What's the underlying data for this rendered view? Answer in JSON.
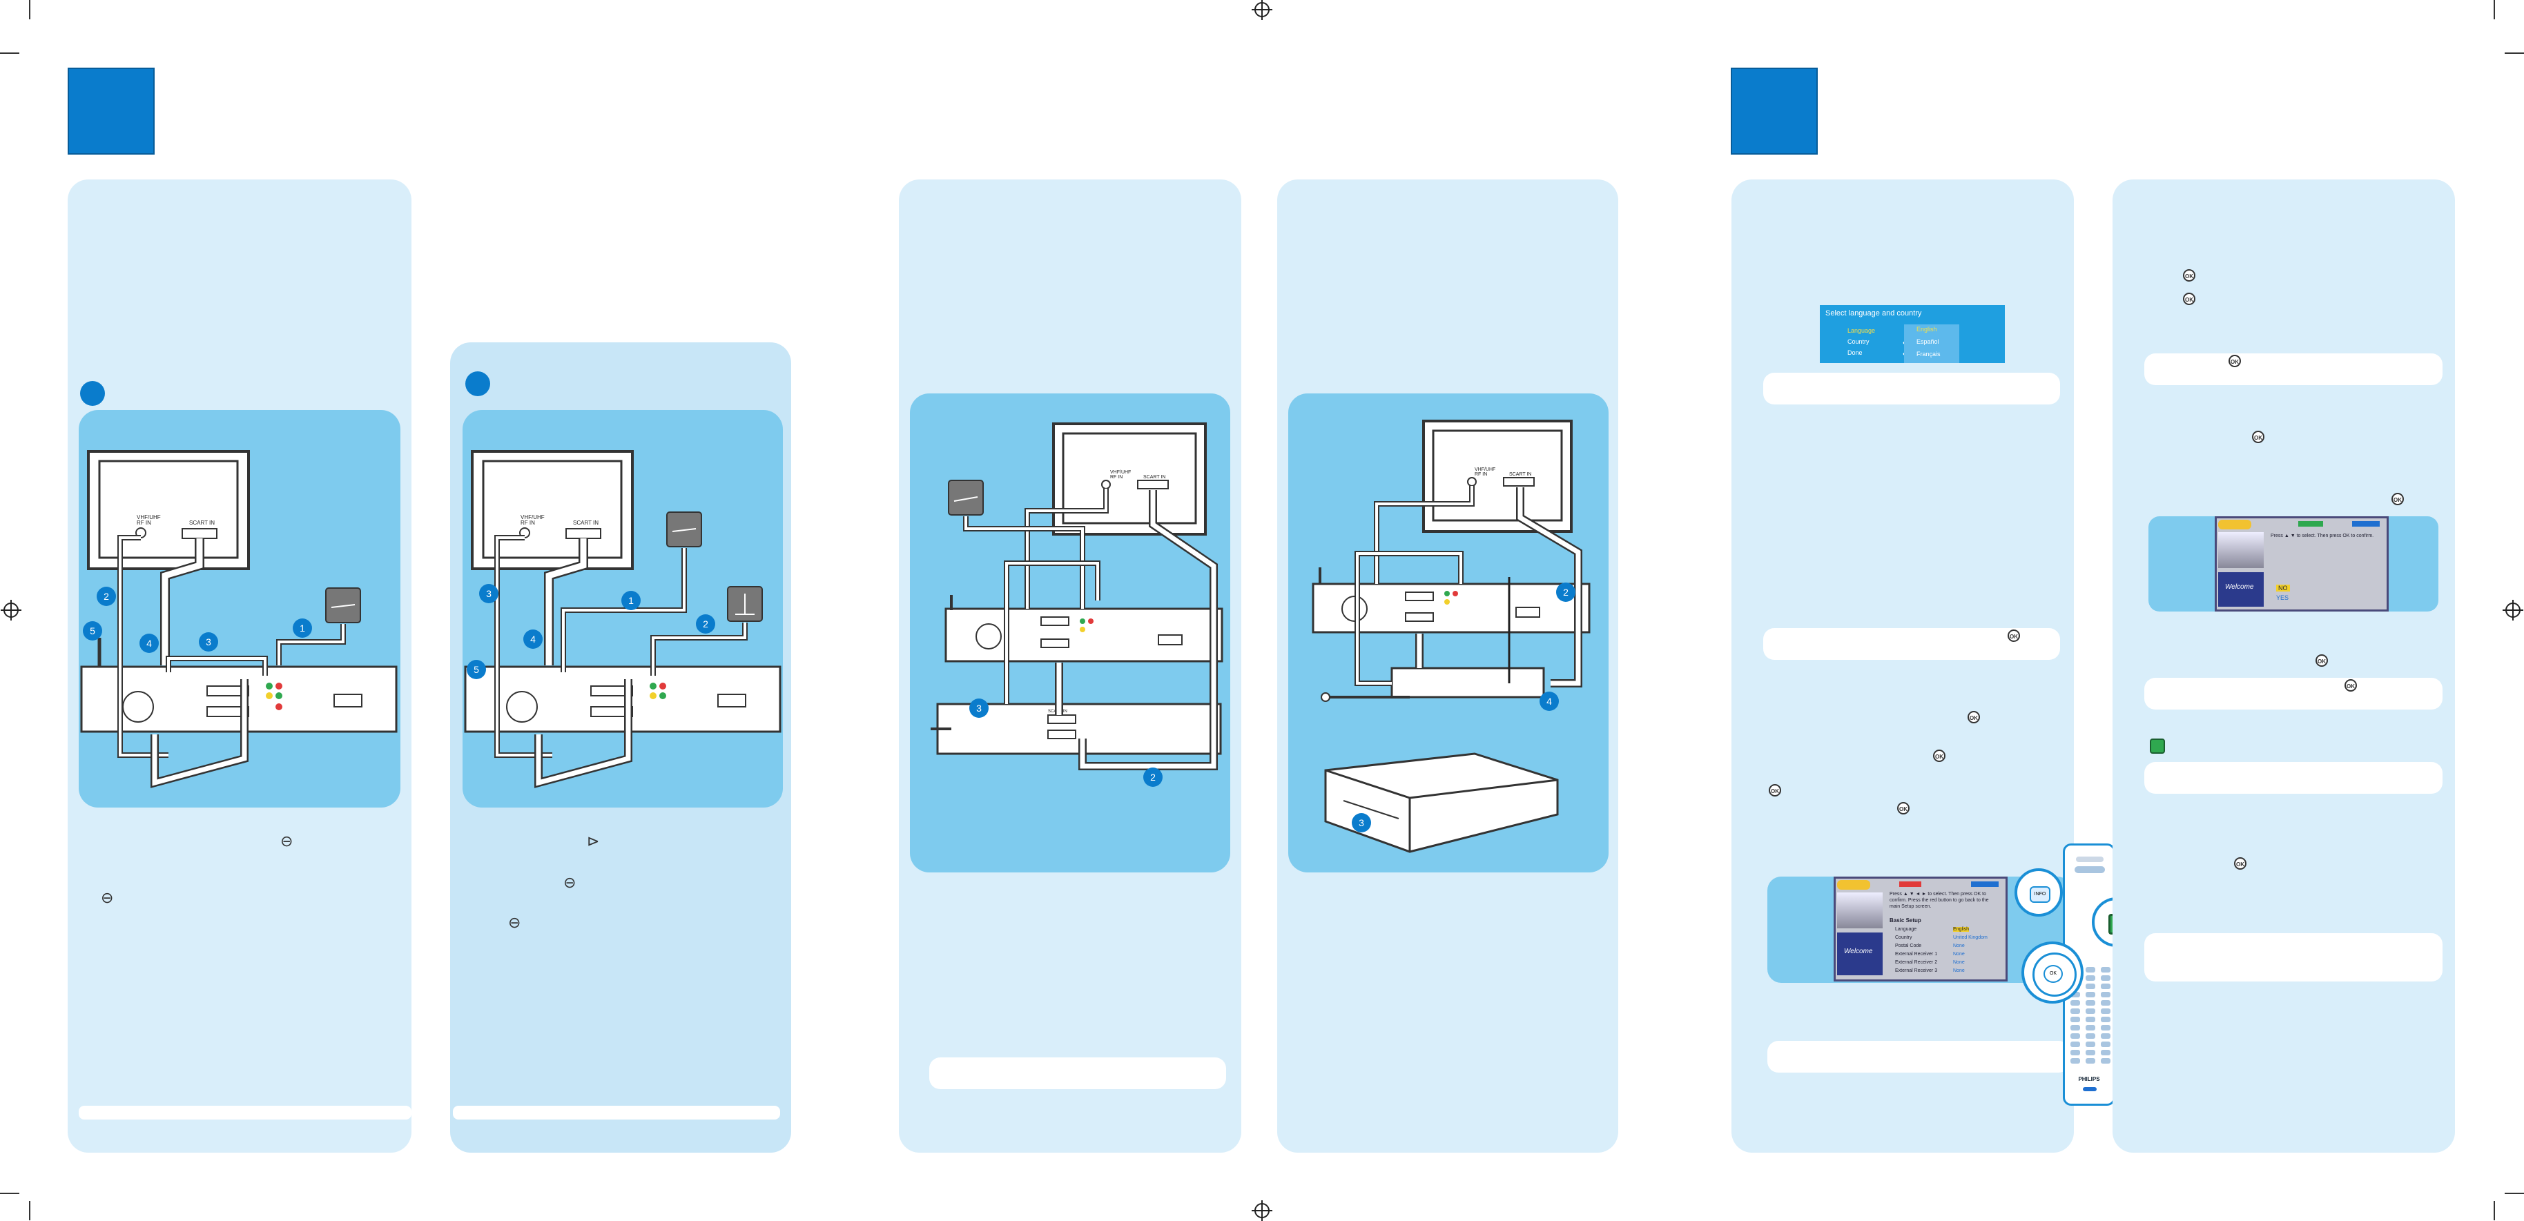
{
  "left_spread": {
    "panel1": {
      "diagram": {
        "tv_labels": [
          "VHF/UHF",
          "RF IN",
          "SCART IN"
        ],
        "callouts": [
          "1",
          "2",
          "3",
          "4",
          "5"
        ]
      }
    },
    "panel2": {
      "diagram": {
        "tv_labels": [
          "VHF/UHF",
          "RF IN",
          "SCART IN"
        ],
        "callouts": [
          "1",
          "2",
          "3",
          "4",
          "5"
        ]
      }
    },
    "panel3": {
      "diagram": {
        "callouts": [
          "2",
          "3"
        ],
        "tv_labels": [
          "VHF/UHF",
          "RF IN",
          "SCART IN"
        ],
        "vcr_labels": [
          "SCART IN"
        ]
      }
    },
    "panel4": {
      "diagram": {
        "callouts": [
          "2",
          "3",
          "4"
        ],
        "tv_labels": [
          "VHF/UHF",
          "RF IN",
          "SCART IN"
        ]
      }
    }
  },
  "right_spread": {
    "language_menu": {
      "title": "Select language and country",
      "rows": [
        {
          "label": "Language",
          "options": [
            "English",
            "Español",
            "Français"
          ]
        },
        {
          "label": "Country"
        },
        {
          "label": "Done"
        }
      ]
    },
    "basic_setup_screen": {
      "hint": "Press ▲ ▼ ◄ ► to select. Then press OK to confirm. Press the red button to go back to the main Setup screen.",
      "title": "Basic Setup",
      "welcome": "Welcome",
      "rows": [
        {
          "label": "Language",
          "value": "English"
        },
        {
          "label": "Country",
          "value": "United Kingdom"
        },
        {
          "label": "Postal Code",
          "value": "None"
        },
        {
          "label": "External Receiver 1",
          "value": "None"
        },
        {
          "label": "External Receiver 2",
          "value": "None"
        },
        {
          "label": "External Receiver 3",
          "value": "None"
        }
      ]
    },
    "confirm_screen": {
      "hint": "Press ▲ ▼ to select. Then press OK to confirm.",
      "welcome": "Welcome",
      "options": [
        "NO",
        "YES"
      ]
    },
    "remote": {
      "brand": "PHILIPS",
      "ok_label": "OK",
      "info_label": "INFO"
    }
  },
  "colors": {
    "brand_blue": "#0a7ccc",
    "panel_bg": "#d9eefa",
    "inset_bg": "#7ecbee",
    "green_button": "#2fa84f"
  }
}
